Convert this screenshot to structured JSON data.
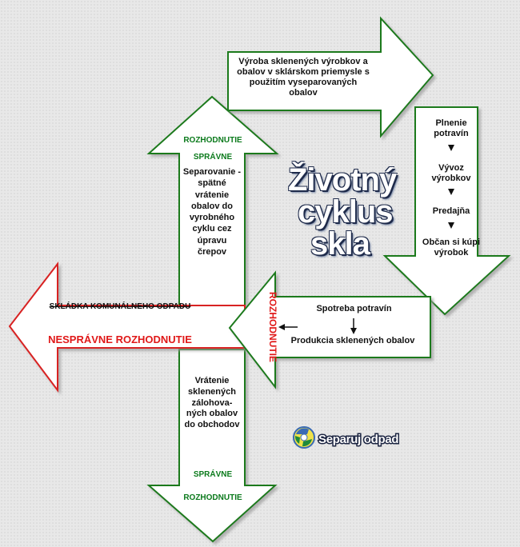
{
  "title": {
    "line1": "Životný",
    "line2": "cyklus",
    "line3": "skla"
  },
  "arrow_top": {
    "text": "Výroba sklenených výrobkov a obalov v sklárskom priemysle s použitím vyseparovaných obalov"
  },
  "arrow_down": {
    "steps": [
      "Plnenie potravín",
      "Vývoz výrobkov",
      "Predajňa",
      "Občan si kúpi výrobok"
    ]
  },
  "arrow_left_mid": {
    "vertical_label": "ROZHODNUTIE",
    "line1": "Spotreba potravín",
    "line2": "Produkcia sklenených obalov"
  },
  "arrow_up": {
    "heading1": "ROZHODNUTIE",
    "heading2": "SPRÁVNE",
    "text": "Separovanie - spätné vrátenie obalov do vyrobného cyklu cez úpravu črepov"
  },
  "arrow_landfill": {
    "line1": "SKLÁDKA KOMUNÁLNEHO ODPADU",
    "line2": "NESPRÁVNE ROZHODNUTIE"
  },
  "arrow_bottom": {
    "text": "Vrátenie sklenených zálohova-ných obalov do obchodov",
    "heading1": "SPRÁVNE",
    "heading2": "ROZHODNUTIE"
  },
  "logo": {
    "text": "Separuj odpad"
  },
  "colors": {
    "green": "#0b7a1c",
    "red": "#e01818",
    "outline_green": "#1f7a1f",
    "outline_red": "#d82020"
  }
}
